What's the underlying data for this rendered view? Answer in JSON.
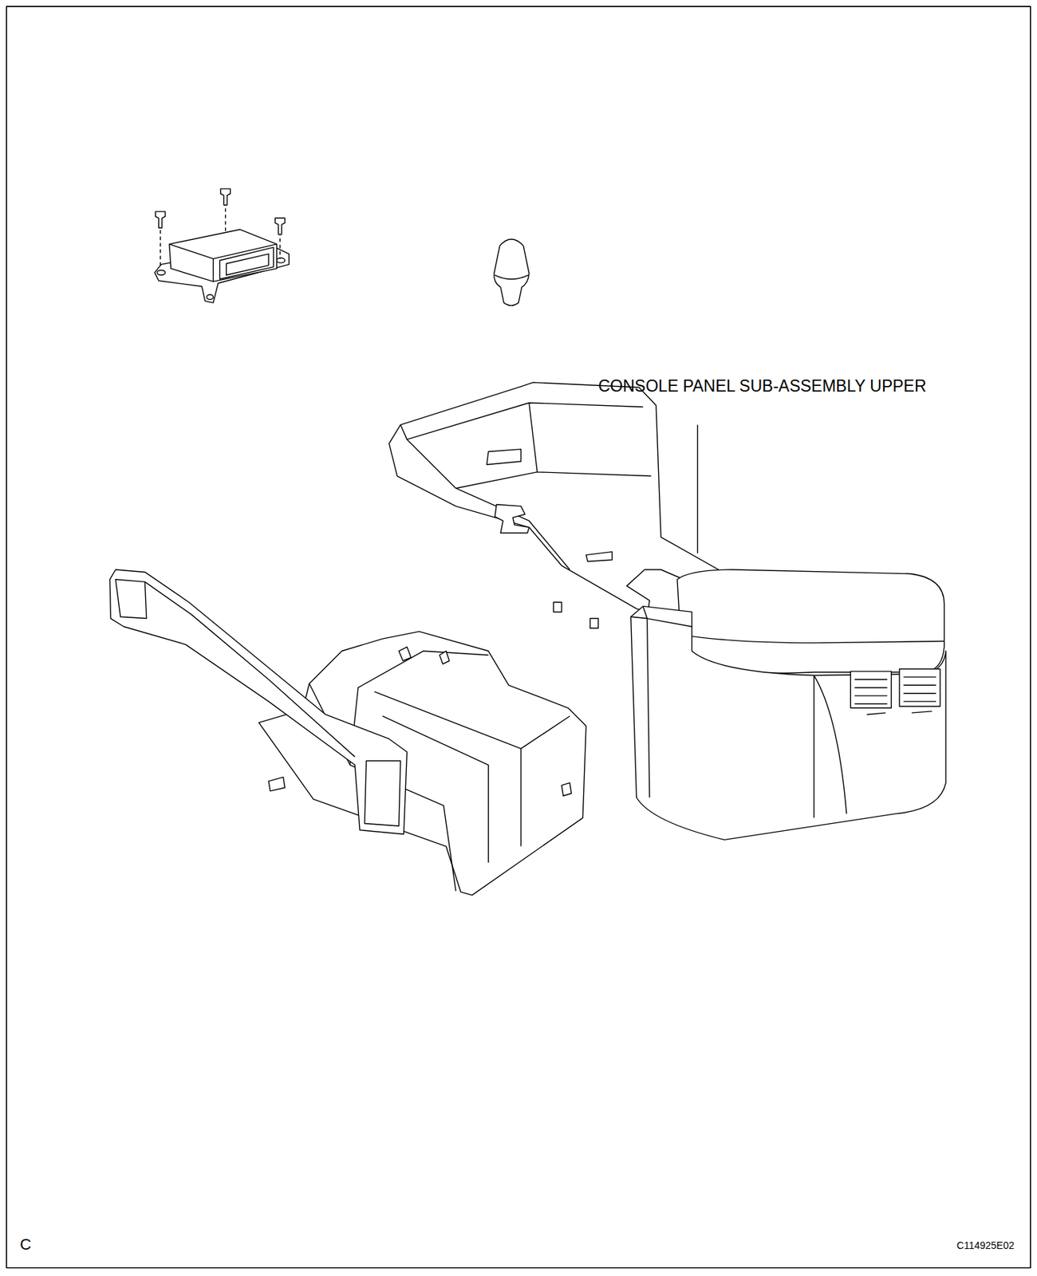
{
  "diagram": {
    "labels": [
      "CONSOLE PANEL SUB-ASSEMBLY UPPER",
      "C",
      "C114925E02"
    ]
  }
}
